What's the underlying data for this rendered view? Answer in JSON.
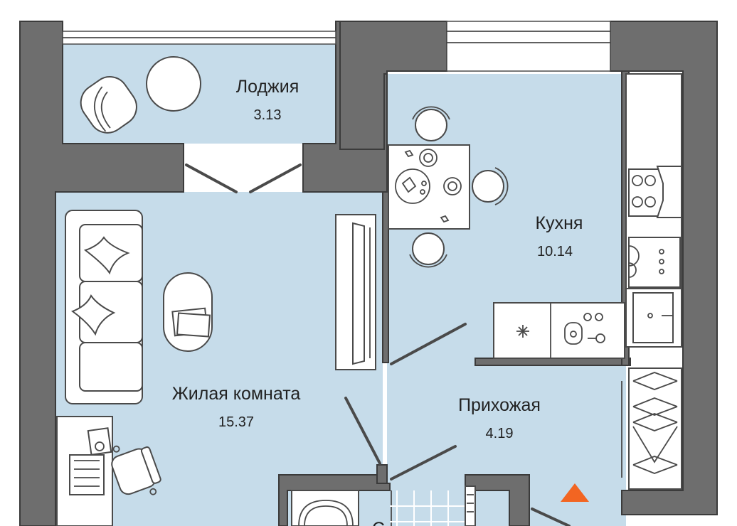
{
  "rooms": {
    "loggia": {
      "name": "Лоджия",
      "area": "3.13"
    },
    "kitchen": {
      "name": "Кухня",
      "area": "10.14"
    },
    "living": {
      "name": "Жилая комната",
      "area": "15.37"
    },
    "hallway": {
      "name": "Прихожая",
      "area": "4.19"
    },
    "bathroom": {
      "name": "С"
    }
  },
  "colors": {
    "floor": "#c6dcea",
    "wall": "#6e6e6e",
    "entrance_marker": "#f26522"
  },
  "icons": {
    "entrance": "entrance-triangle-icon"
  }
}
